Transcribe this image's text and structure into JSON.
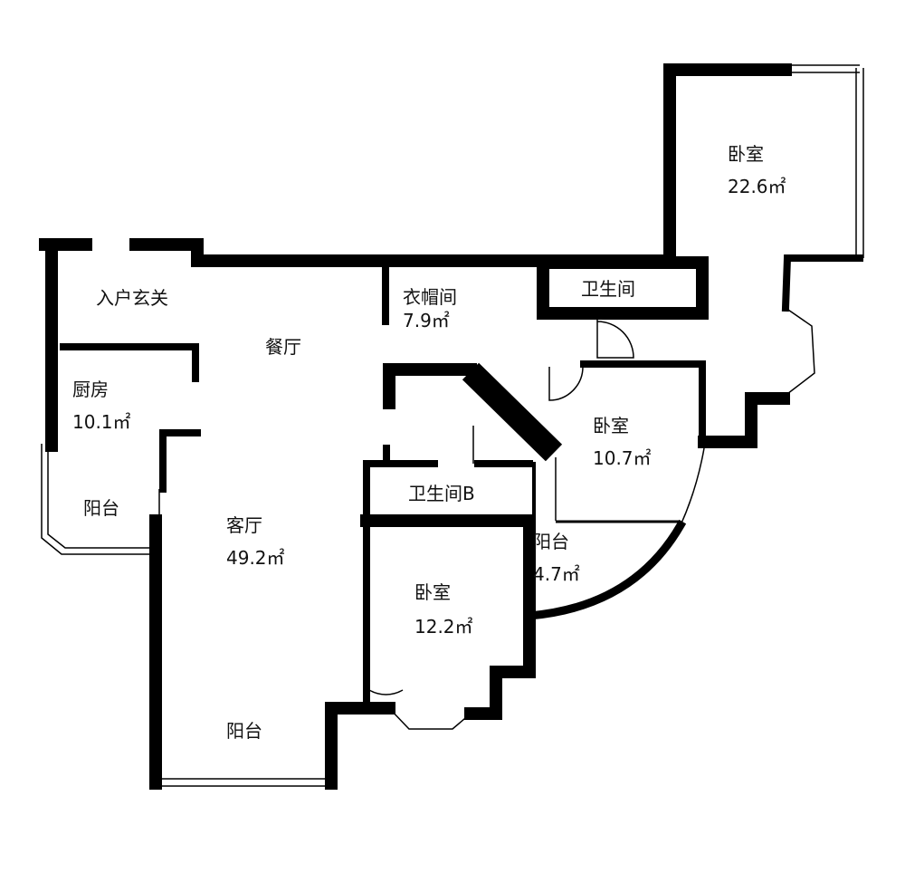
{
  "rooms": [
    {
      "name": "入户玄关",
      "area": ""
    },
    {
      "name": "餐厅",
      "area": ""
    },
    {
      "name": "衣帽间",
      "area": "7.9㎡"
    },
    {
      "name": "卫生间",
      "area": ""
    },
    {
      "name": "卧室",
      "area": "22.6㎡"
    },
    {
      "name": "厨房",
      "area": "10.1㎡"
    },
    {
      "name": "阳台",
      "area": ""
    },
    {
      "name": "客厅",
      "area": "49.2㎡"
    },
    {
      "name": "卫生间B",
      "area": ""
    },
    {
      "name": "卧室",
      "area": "10.7㎡"
    },
    {
      "name": "阳台",
      "area": "4.7㎡"
    },
    {
      "name": "卧室",
      "area": "12.2㎡"
    },
    {
      "name": "阳台",
      "area": ""
    }
  ],
  "colors": {
    "wall": "#000000",
    "background": "#ffffff"
  }
}
